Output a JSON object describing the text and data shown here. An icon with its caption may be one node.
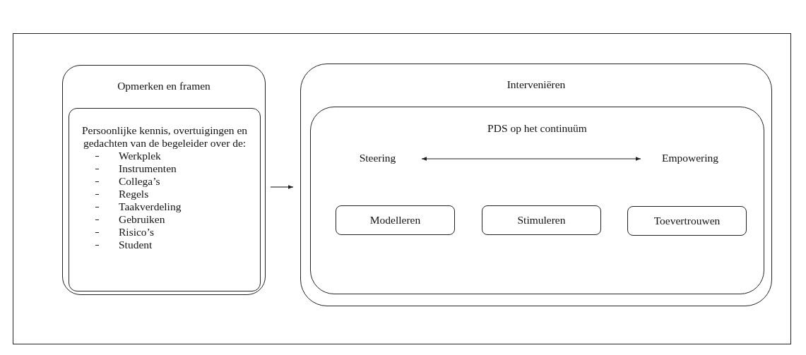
{
  "diagram": {
    "nodes": [
      {
        "text": [
          "Opmerken en framen"
        ]
      },
      {
        "text": [
          "Persoonlijke kennis, overtuigingen en gedachten van de begeleider over de:",
          "Werkplek",
          "Instrumenten",
          "Collega’s",
          "Regels",
          "Taakverdeling",
          "Gebruiken",
          "Risico’s",
          "Student"
        ],
        "in": 0
      },
      {
        "text": [
          "Interveniëren"
        ]
      },
      {
        "text": [
          "PDS op het continuüm"
        ],
        "in": 2
      },
      {
        "text": [
          "Steering"
        ],
        "in": 3
      },
      {
        "text": [
          "Empowering"
        ],
        "in": 3
      },
      {
        "text": [
          "Modelleren"
        ],
        "in": 3
      },
      {
        "text": [
          "Stimuleren"
        ],
        "in": 3
      },
      {
        "text": [
          "Toevertrouwen"
        ],
        "in": 3
      }
    ],
    "edges": [
      {
        "from": 0,
        "to": 2,
        "arrow": "to"
      },
      {
        "from": 4,
        "to": 5,
        "arrow": "both"
      }
    ]
  }
}
